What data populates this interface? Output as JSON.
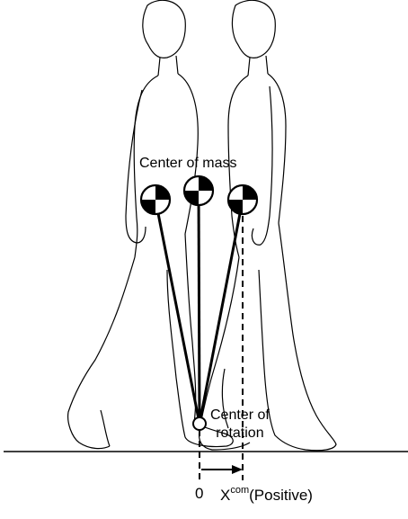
{
  "labels": {
    "center_of_mass": "Center of mass",
    "center_of_rotation": [
      "Center of",
      "rotation"
    ],
    "origin": "0",
    "xcom_base": "X",
    "xcom_superscript": "com",
    "xcom_suffix": "(Positive)"
  },
  "colors": {
    "line": "#000000",
    "background": "#ffffff"
  },
  "icons": {
    "com_marker": "center-of-mass-quartered-disc",
    "rotation_marker": "hollow-circle",
    "arrow": "right-arrow"
  }
}
